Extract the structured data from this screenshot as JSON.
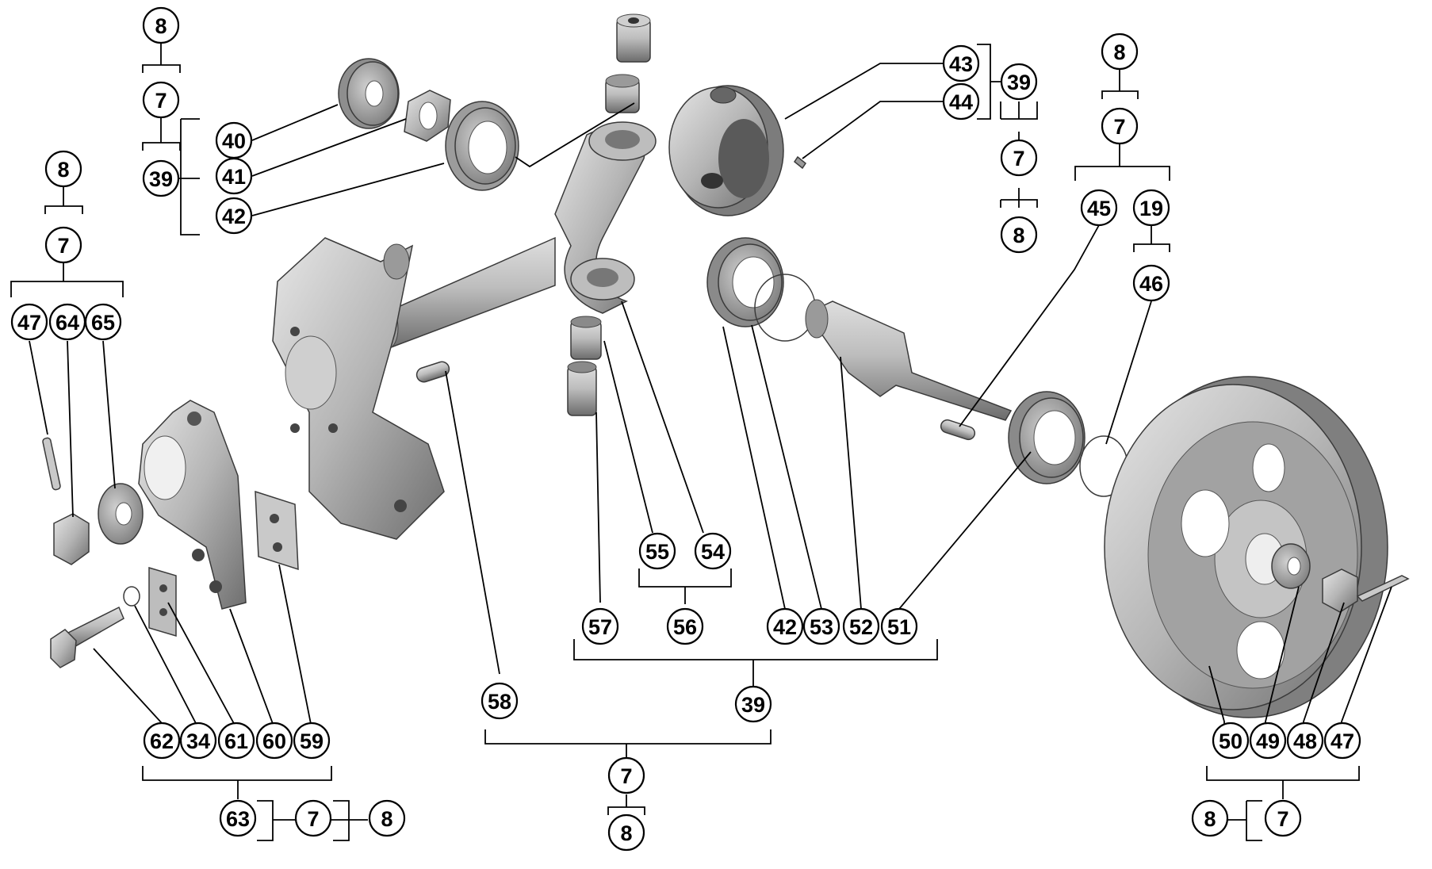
{
  "figure": {
    "type": "exploded-parts-diagram",
    "colors": {
      "line": "#000000",
      "part_light": "#d8d8d8",
      "part_mid": "#a9a9a9",
      "part_dark": "#6f6f6f"
    }
  },
  "callouts": {
    "c_8_a": "8",
    "c_7_a": "7",
    "c_39_a": "39",
    "c_40": "40",
    "c_41": "41",
    "c_42_a": "42",
    "c_8_b": "8",
    "c_7_b": "7",
    "c_47_a": "47",
    "c_64": "64",
    "c_65": "65",
    "c_43": "43",
    "c_44": "44",
    "c_39_b": "39",
    "c_7_c": "7",
    "c_8_c": "8",
    "c_8_d": "8",
    "c_7_d": "7",
    "c_45": "45",
    "c_19": "19",
    "c_46": "46",
    "c_55": "55",
    "c_54": "54",
    "c_56": "56",
    "c_57": "57",
    "c_42_b": "42",
    "c_53": "53",
    "c_52": "52",
    "c_51": "51",
    "c_39_c": "39",
    "c_58": "58",
    "c_7_e": "7",
    "c_8_e": "8",
    "c_62": "62",
    "c_34": "34",
    "c_61": "61",
    "c_60": "60",
    "c_59": "59",
    "c_63": "63",
    "c_7_f": "7",
    "c_8_f": "8",
    "c_50": "50",
    "c_49": "49",
    "c_48": "48",
    "c_47_b": "47",
    "c_8_g": "8",
    "c_7_g": "7"
  }
}
